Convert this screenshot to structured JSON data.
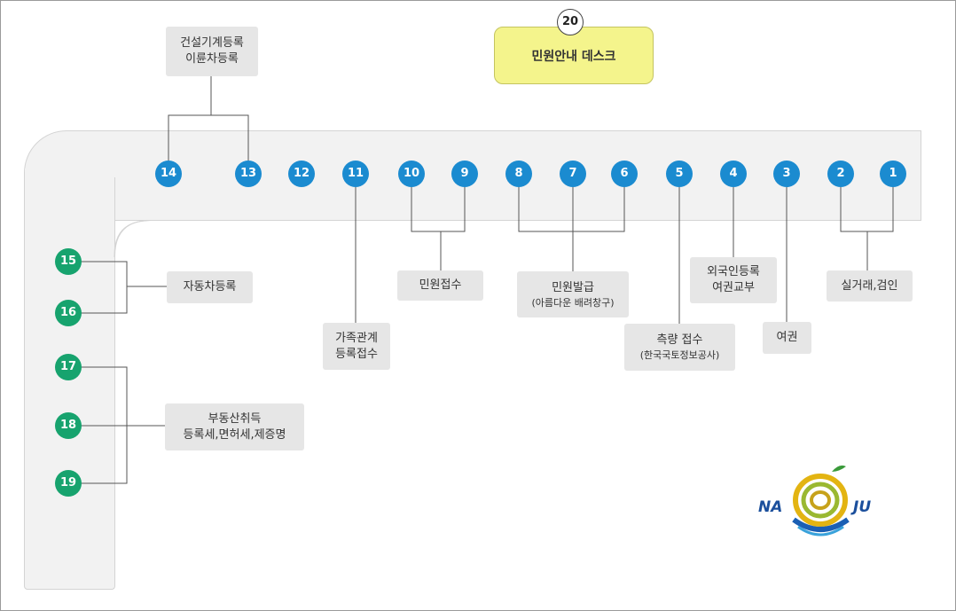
{
  "desk": {
    "number": "20",
    "label": "민원안내 데스크"
  },
  "windows": {
    "w1": "1",
    "w2": "2",
    "w3": "3",
    "w4": "4",
    "w5": "5",
    "w6": "6",
    "w7": "7",
    "w8": "8",
    "w9": "9",
    "w10": "10",
    "w11": "11",
    "w12": "12",
    "w13": "13",
    "w14": "14",
    "w15": "15",
    "w16": "16",
    "w17": "17",
    "w18": "18",
    "w19": "19"
  },
  "labels": {
    "machinery": {
      "line1": "건설기계등록",
      "line2": "이륜차등록"
    },
    "car": "자동차등록",
    "family": {
      "line1": "가족관계",
      "line2": "등록접수"
    },
    "civil_receipt": "민원접수",
    "civil_issue": {
      "line1": "민원발급",
      "line2": "(아름다운 배려창구)"
    },
    "survey": {
      "line1": "측량 접수",
      "line2": "(한국국토정보공사)"
    },
    "foreigner": {
      "line1": "외국인등록",
      "line2": "여권교부"
    },
    "passport": "여권",
    "seal": "실거래,검인",
    "realestate": {
      "line1": "부동산취득",
      "line2": "등록세,면허세,제증명"
    }
  },
  "logo": {
    "left": "NA",
    "right": "JU"
  }
}
